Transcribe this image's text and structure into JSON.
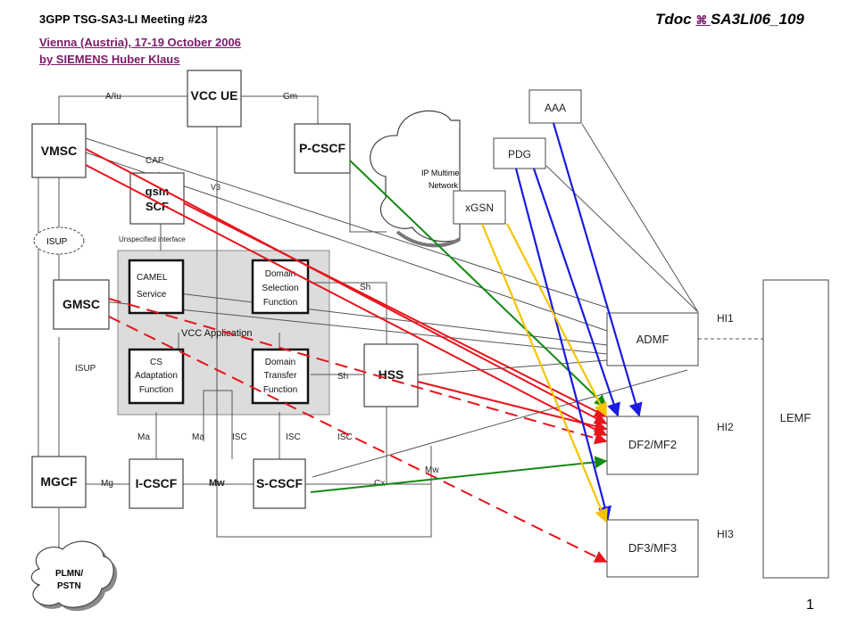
{
  "header": {
    "meeting": "3GPP TSG-SA3-LI Meeting #23",
    "tdoc_prefix": "Tdoc ",
    "tdoc_symbol": "⌘ ",
    "tdoc_id": "SA3LI06_109",
    "location": "Vienna (Austria), 17-19 October 2006",
    "author": "by SIEMENS Huber Klaus"
  },
  "nodes": {
    "vcc_ue": "VCC UE",
    "vmsc": "VMSC",
    "pcscf": "P-CSCF",
    "gsm_scf_line1": "gsm",
    "gsm_scf_line2": "SCF",
    "gmsc": "GMSC",
    "mgcf": "MGCF",
    "icscf": "I-CSCF",
    "scscf": "S-CSCF",
    "hss": "HSS",
    "camel_line1": "CAMEL",
    "camel_line2": "Service",
    "dsf_line1": "Domain",
    "dsf_line2": "Selection",
    "dsf_line3": "Function",
    "csaf_line1": "CS",
    "csaf_line2": "Adaptation",
    "csaf_line3": "Function",
    "dtf_line1": "Domain",
    "dtf_line2": "Transfer",
    "dtf_line3": "Function",
    "vcc_app": "VCC Application",
    "isup_cloud": "ISUP",
    "ip_cloud_line1": "IP Multime",
    "ip_cloud_line2": "Network",
    "plmn_line1": "PLMN/",
    "plmn_line2": "PSTN",
    "aaa": "AAA",
    "pdg": "PDG",
    "xgsn": "xGSN",
    "admf": "ADMF",
    "df2": "DF2/MF2",
    "df3": "DF3/MF3",
    "lemf": "LEMF"
  },
  "interfaces": {
    "a_iu": "A/Iu",
    "gm": "Gm",
    "cap": "CAP",
    "v3": "V3",
    "unspecified": "Unspecified interface",
    "isup": "ISUP",
    "sh1": "Sh",
    "sh2": "Sh",
    "ma1": "Ma",
    "ma2": "Ma",
    "isc1": "ISC",
    "isc2": "ISC",
    "isc3": "ISC",
    "mg": "Mg",
    "mw1": "Mw",
    "mw2": "Mw",
    "cx": "Cx",
    "hi1": "HI1",
    "hi2": "HI2",
    "hi3": "HI3"
  },
  "page_number": "1",
  "colors": {
    "red": "#e8141c",
    "green": "#138a13",
    "blue": "#1a1ae0",
    "yellow": "#f5c400",
    "vcc_area": "#dcdcdc"
  }
}
